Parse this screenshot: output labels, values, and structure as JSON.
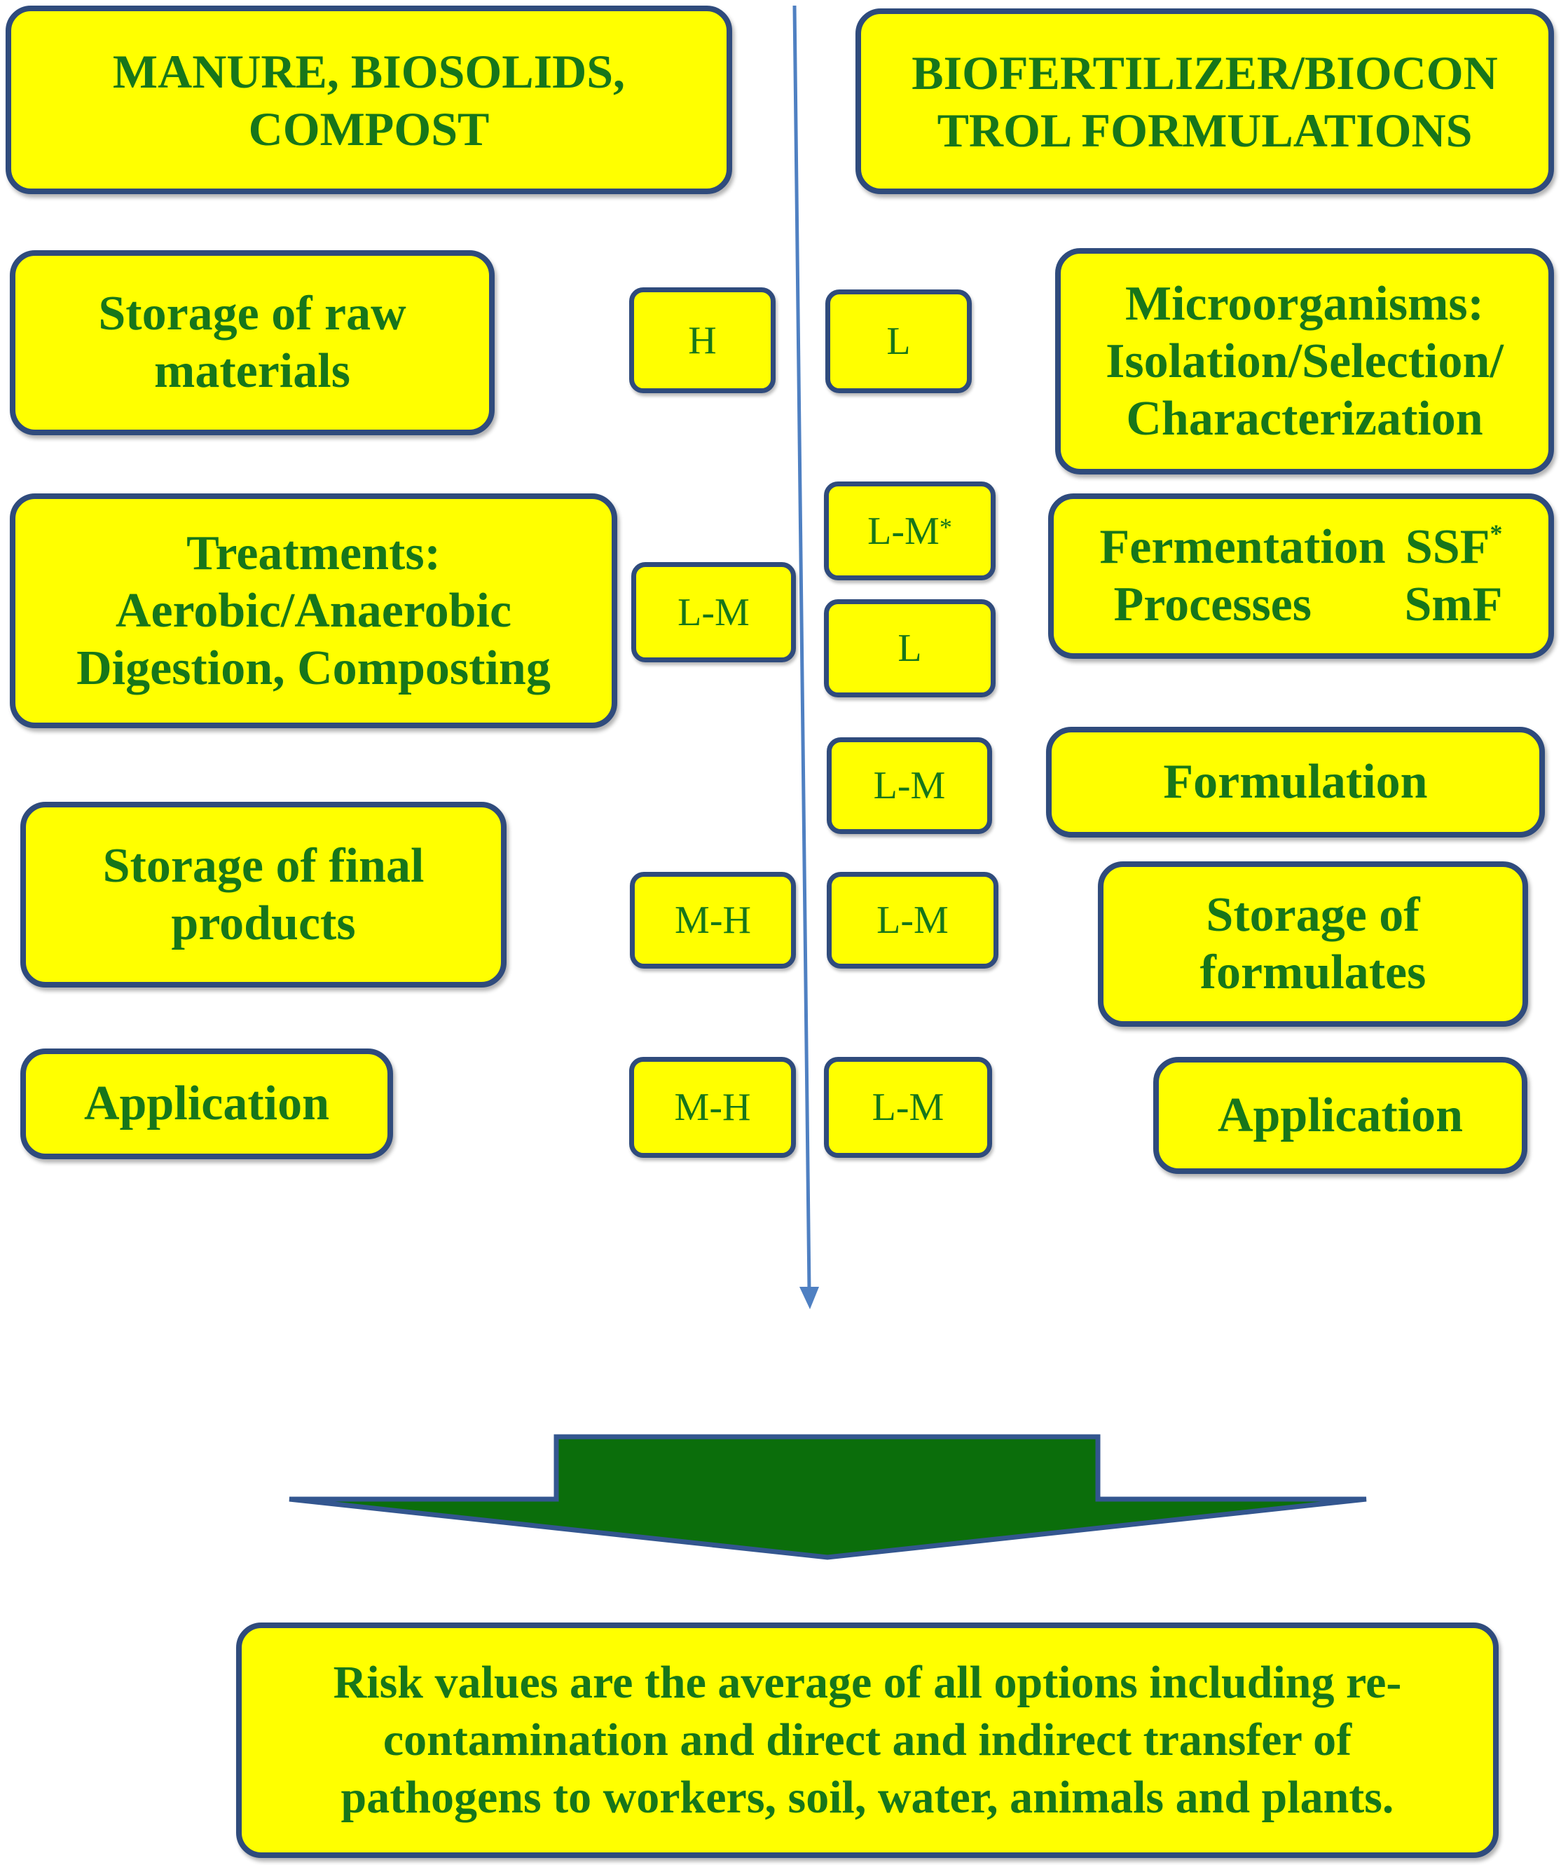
{
  "colors": {
    "box_fill": "#ffff00",
    "box_border": "#2f4b7c",
    "text": "#17761a",
    "flow_line": "#4f80c2",
    "summary_arrow_fill": "#0b6e0b",
    "summary_arrow_stroke": "#33568f"
  },
  "left": {
    "header": [
      "MANURE, BIOSOLIDS,",
      "COMPOST"
    ],
    "storage_raw": [
      "Storage of raw",
      "materials"
    ],
    "treatments": [
      "Treatments:",
      "Aerobic/Anaerobic",
      "Digestion, Composting"
    ],
    "storage_final": [
      "Storage of final",
      "products"
    ],
    "application": [
      "Application"
    ]
  },
  "right": {
    "header": [
      "BIOFERTILIZER/BIOCON",
      "TROL FORMULATIONS"
    ],
    "microorganisms": [
      "Microorganisms:",
      "Isolation/Selection/",
      "Characterization"
    ],
    "fermentation": {
      "label": [
        "Fermentation",
        "Processes"
      ],
      "types": [
        "SSF",
        "SmF"
      ],
      "ssf_mark": "*"
    },
    "formulation": [
      "Formulation"
    ],
    "storage_formulates": [
      "Storage of",
      "formulates"
    ],
    "application": [
      "Application"
    ]
  },
  "risk_left": {
    "storage_raw": "H",
    "treatments": "L-M",
    "storage_final": "M-H",
    "application": "M-H"
  },
  "risk_right": {
    "microorganisms": "L",
    "fermentation_ssf": {
      "value": "L-M",
      "mark": "*"
    },
    "fermentation_smf": "L",
    "formulation": "L-M",
    "storage_formulates": "L-M",
    "application": "L-M"
  },
  "note": [
    "Risk values are the average of all options including re-",
    "contamination and direct and indirect transfer of",
    "pathogens to workers, soil, water, animals and plants."
  ]
}
